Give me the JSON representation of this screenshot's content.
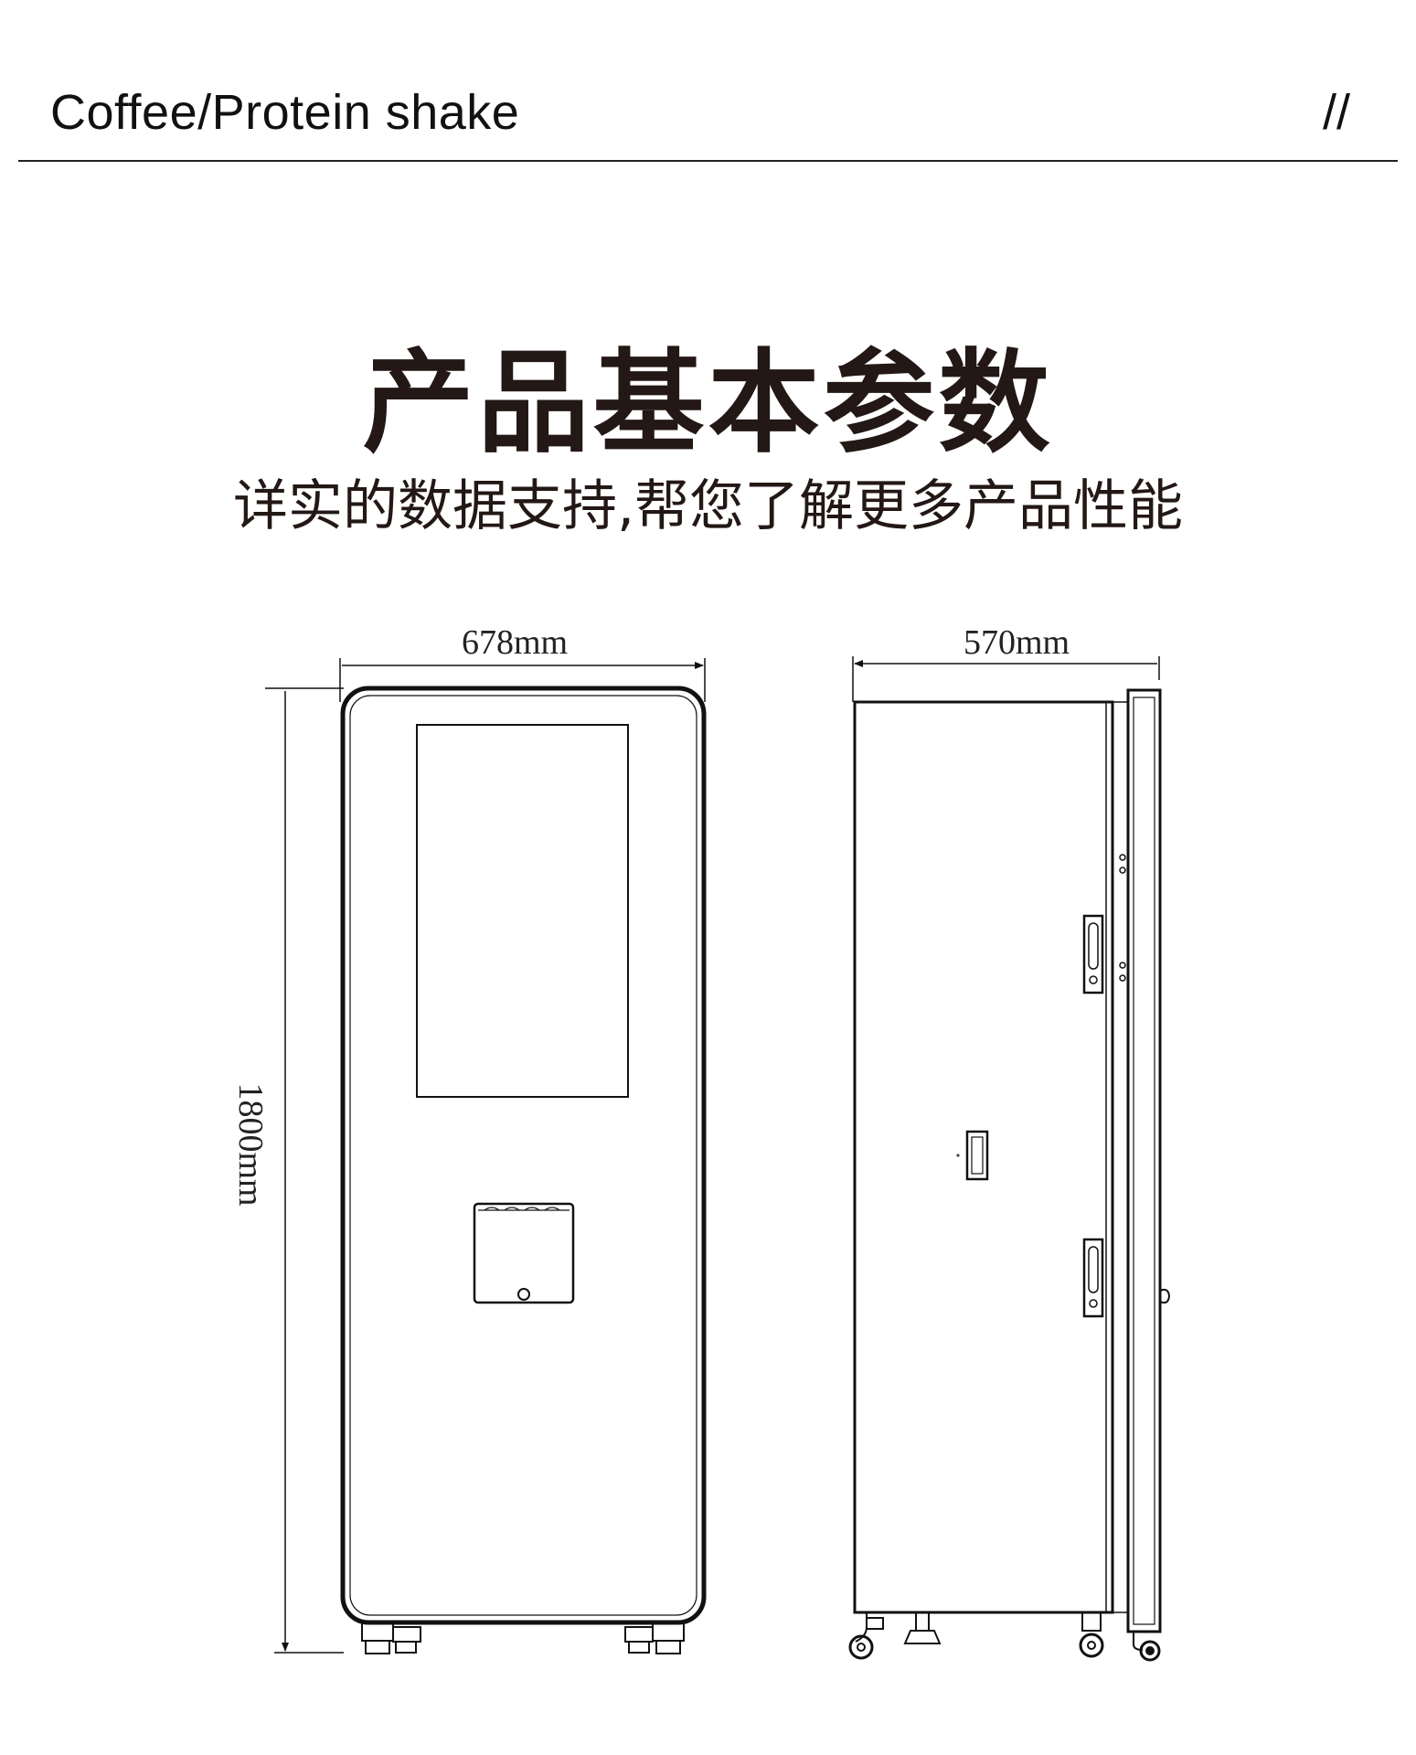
{
  "header": {
    "title": "Coffee/Protein shake",
    "mark": "//"
  },
  "heading": "产品基本参数",
  "subheading": "详实的数据支持,帮您了解更多产品性能",
  "dimensions": {
    "front_width": "678mm",
    "side_depth": "570mm",
    "height": "1800mm"
  },
  "colors": {
    "line": "#111111",
    "text": "#231815"
  }
}
